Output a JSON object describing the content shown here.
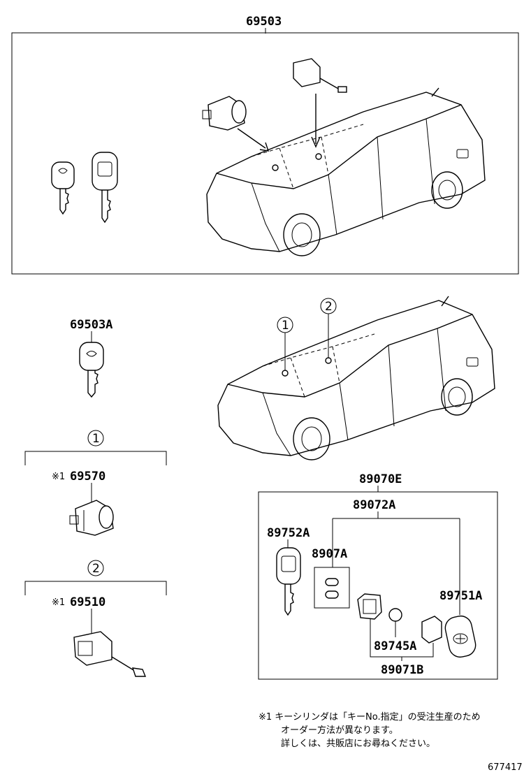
{
  "labels": {
    "assembly_top": "69503",
    "key_69503a": "69503A",
    "group1_marker": "1",
    "group2_marker": "2",
    "ref_mark": "※1",
    "cyl_69570": "69570",
    "cyl_69510": "69510",
    "kit_89070e": "89070E",
    "kit_89072a": "89072A",
    "key_89752a": "89752A",
    "pad_8907a": "8907A",
    "fob_89751a": "89751A",
    "batt_89745a": "89745A",
    "case_89071b": "89071B"
  },
  "footnote": {
    "line1": "※1 キーシリンダは「キーNo.指定」の受注生産のため",
    "line2": "オーダー方法が異なります。",
    "line3": "詳しくは、共販店にお尋ねください。"
  },
  "diagram_id": "677417"
}
